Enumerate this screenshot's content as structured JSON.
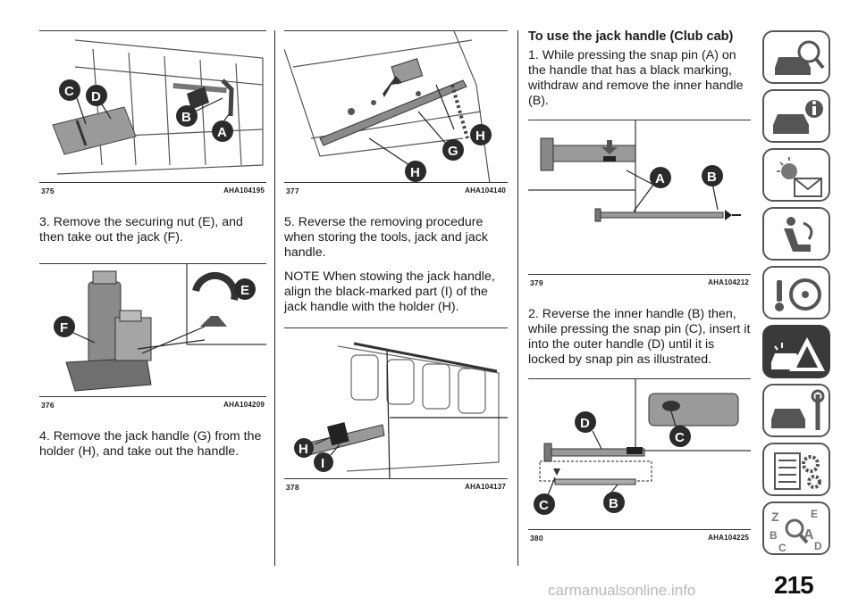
{
  "page_number": "215",
  "watermark": "carmanualsonline.info",
  "figures": {
    "f375": {
      "num": "375",
      "code": "AHA104195",
      "callouts": [
        "C",
        "D",
        "B",
        "A"
      ]
    },
    "f376": {
      "num": "376",
      "code": "AHA104209",
      "callouts": [
        "E",
        "F"
      ]
    },
    "f377": {
      "num": "377",
      "code": "AHA104140",
      "callouts": [
        "H",
        "G",
        "H"
      ]
    },
    "f378": {
      "num": "378",
      "code": "AHA104137",
      "callouts": [
        "H",
        "I"
      ]
    },
    "f379": {
      "num": "379",
      "code": "AHA104212",
      "callouts": [
        "A",
        "B"
      ]
    },
    "f380": {
      "num": "380",
      "code": "AHA104225",
      "callouts": [
        "D",
        "C",
        "C",
        "B"
      ]
    }
  },
  "text": {
    "step3": "3. Remove the securing nut (E), and then take out the jack (F).",
    "step4": "4. Remove the jack handle (G) from the holder (H), and take out the handle.",
    "step5": "5. Reverse the removing procedure when storing the tools, jack and jack handle.",
    "note": "NOTE  When stowing the jack handle, align the black-marked part (I) of the jack handle with the holder (H).",
    "club_heading": "To use the jack handle (Club cab)",
    "club_step1": "1. While pressing the snap pin (A) on the handle that has a black marking, withdraw and remove the inner handle (B).",
    "club_step2": "2. Reverse the inner handle (B) then, while pressing the snap pin (C), insert it into the outer handle (D) until it is locked by snap pin as illustrated."
  },
  "sidebar_tabs": [
    {
      "icon": "car-magnifier-icon",
      "active": false
    },
    {
      "icon": "car-info-icon",
      "active": false
    },
    {
      "icon": "warning-lights-envelope-icon",
      "active": false
    },
    {
      "icon": "seat-airbag-icon",
      "active": false
    },
    {
      "icon": "steering-wheel-key-icon",
      "active": false
    },
    {
      "icon": "car-breakdown-warning-icon",
      "active": true
    },
    {
      "icon": "car-wrench-icon",
      "active": false
    },
    {
      "icon": "checklist-gears-icon",
      "active": false
    },
    {
      "icon": "alphabet-index-icon",
      "active": false
    }
  ]
}
